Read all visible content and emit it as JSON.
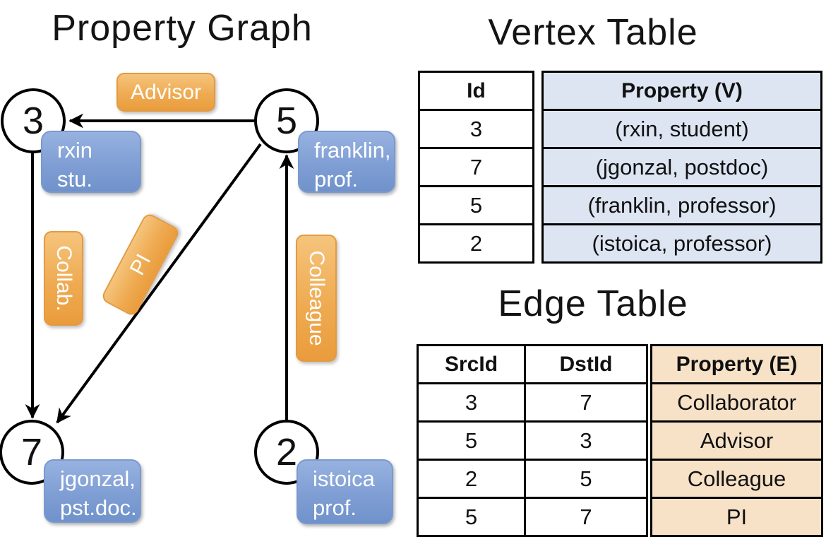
{
  "titles": {
    "graph": "Property Graph",
    "vertex_table": "Vertex Table",
    "edge_table": "Edge Table"
  },
  "graph": {
    "nodes": [
      {
        "id": "3"
      },
      {
        "id": "5"
      },
      {
        "id": "7"
      },
      {
        "id": "2"
      }
    ],
    "node_properties": [
      {
        "line1": "rxin",
        "line2": "stu."
      },
      {
        "line1": "franklin,",
        "line2": "prof."
      },
      {
        "line1": "jgonzal,",
        "line2": "pst.doc."
      },
      {
        "line1": "istoica",
        "line2": "prof."
      }
    ],
    "edge_labels": [
      {
        "label": "Advisor"
      },
      {
        "label": "Collab."
      },
      {
        "label": "PI"
      },
      {
        "label": "Colleague"
      }
    ]
  },
  "vertex_table": {
    "headers": {
      "id": "Id",
      "property": "Property (V)"
    },
    "rows": [
      {
        "id": "3",
        "property": "(rxin, student)"
      },
      {
        "id": "7",
        "property": "(jgonzal, postdoc)"
      },
      {
        "id": "5",
        "property": "(franklin, professor)"
      },
      {
        "id": "2",
        "property": "(istoica, professor)"
      }
    ]
  },
  "edge_table": {
    "headers": {
      "src": "SrcId",
      "dst": "DstId",
      "property": "Property (E)"
    },
    "rows": [
      {
        "src": "3",
        "dst": "7",
        "property": "Collaborator"
      },
      {
        "src": "5",
        "dst": "3",
        "property": "Advisor"
      },
      {
        "src": "2",
        "dst": "5",
        "property": "Colleague"
      },
      {
        "src": "5",
        "dst": "7",
        "property": "PI"
      }
    ]
  },
  "colors": {
    "edge_label_orange": "#efab52",
    "property_box_blue": "#7f9ed4",
    "vertex_property_bg": "#dde5f3",
    "edge_property_bg": "#f7e2c7",
    "line_black": "#000000"
  }
}
